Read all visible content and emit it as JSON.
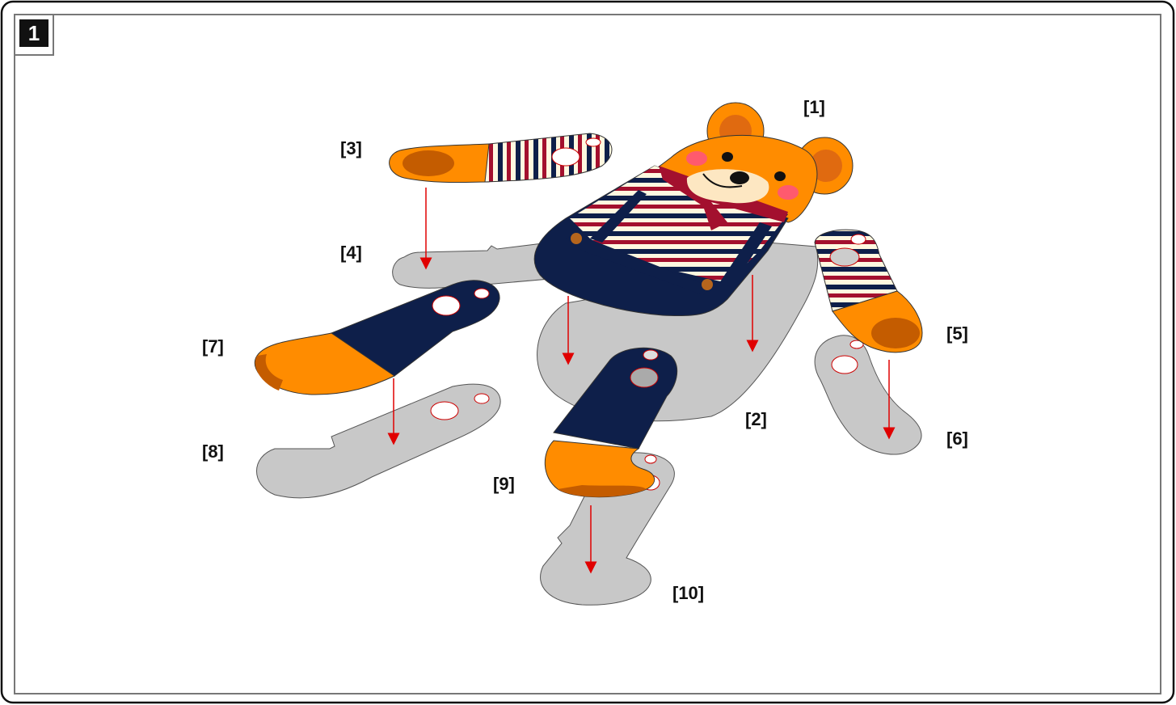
{
  "step": {
    "number": "1"
  },
  "labels": {
    "l1": "[1]",
    "l2": "[2]",
    "l3": "[3]",
    "l4": "[4]",
    "l5": "[5]",
    "l6": "[6]",
    "l7": "[7]",
    "l8": "[8]",
    "l9": "[9]",
    "l10": "[10]"
  },
  "colors": {
    "fur": "#ff8c00",
    "fur_dark": "#c45c00",
    "navy": "#0e1f4a",
    "stripe_red": "#a3102e",
    "cream": "#fff8e0",
    "base_gray": "#c8c8c8",
    "arrow": "#e00000",
    "cheek": "#ff5a6e"
  }
}
